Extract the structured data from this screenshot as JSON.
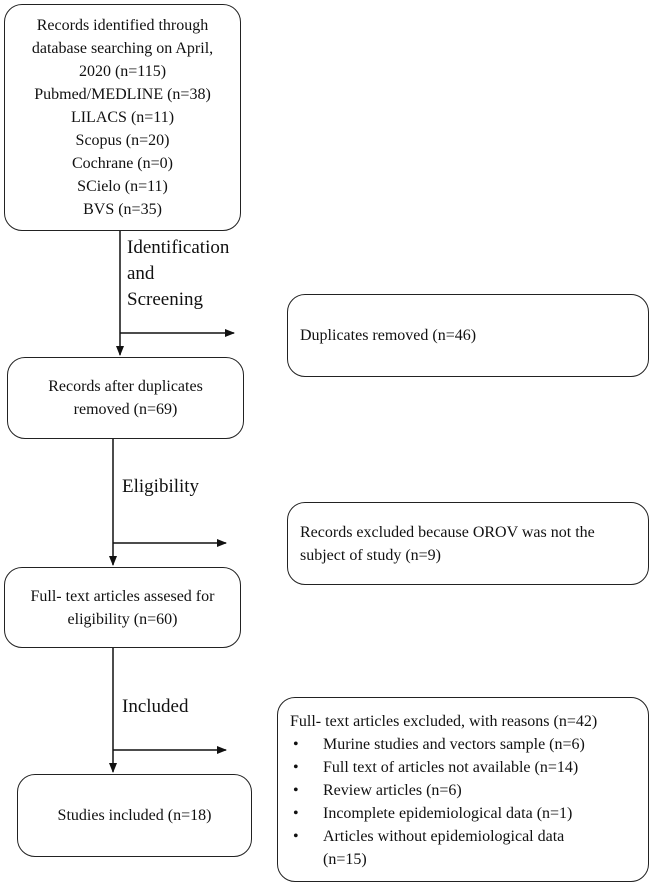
{
  "boxes": {
    "identified": {
      "lines": [
        "Records identified through",
        "database searching on April,",
        "2020 (n=115)",
        "Pubmed/MEDLINE (n=38)",
        "LILACS (n=11)",
        "Scopus (n=20)",
        "Cochrane (n=0)",
        "SCielo (n=11)",
        "BVS (n=35)"
      ]
    },
    "duplicates": {
      "text": "Duplicates removed (n=46)"
    },
    "after_duplicates": {
      "lines": [
        "Records after duplicates",
        "removed (n=69)"
      ]
    },
    "excluded_records": {
      "lines": [
        "Records excluded because OROV was not the",
        "subject of study (n=9)"
      ]
    },
    "fulltext_assessed": {
      "lines": [
        "Full- text articles assesed for",
        "eligibility (n=60)"
      ]
    },
    "fulltext_excluded": {
      "title": "Full- text articles excluded, with reasons (n=42)",
      "bullet": "•",
      "reasons": [
        "Murine studies and vectors sample (n=6)",
        "Full text of articles not available (n=14)",
        "Review articles (n=6)",
        "Incomplete epidemiological data (n=1)",
        "Articles without epidemiological data",
        "(n=15)"
      ]
    },
    "included": {
      "text": "Studies included (n=18)"
    }
  },
  "stages": {
    "identification": [
      "Identification",
      "and",
      "Screening"
    ],
    "eligibility": "Eligibility",
    "included": "Included"
  }
}
